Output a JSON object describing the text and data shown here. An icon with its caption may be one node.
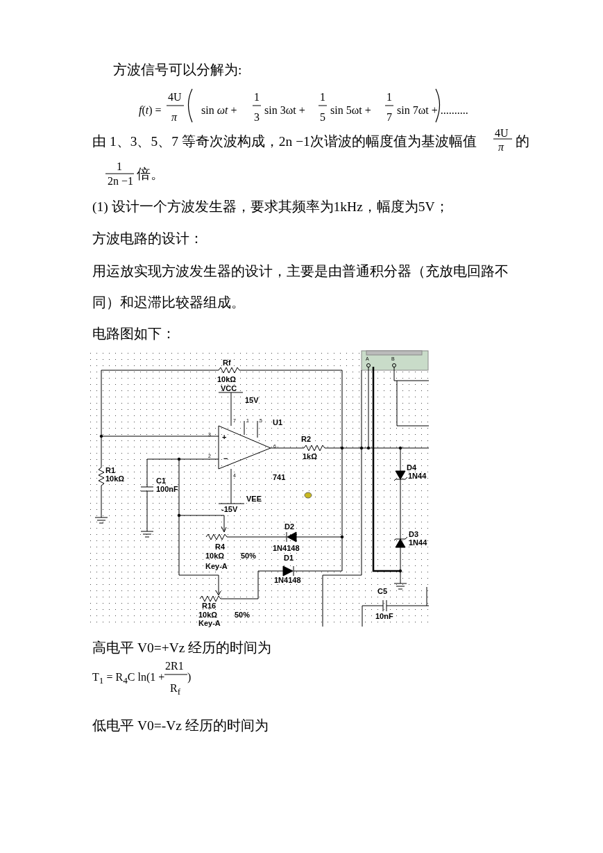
{
  "diagram": {
    "labels": [
      "方波信号可以分解为:",
      "*f*(*t*) =",
      "4U",
      "*π*",
      "sin *ωt* +",
      "1",
      "3",
      "sin 3ωt +",
      "1",
      "5",
      "sin 5ωt +",
      "1",
      "7",
      "sin 7ωt + ..........",
      "由 1、3、5、7 等奇次波构成，2n −1次谐波的幅度值为基波幅值",
      "4U",
      "*π*",
      "的",
      "1",
      "2n −1",
      "倍。",
      "(1) 设计一个方波发生器，要求其频率为1kHz，幅度为5V；",
      "方波电路的设计：",
      "用运放实现方波发生器的设计，主要是由普通积分器（充放电回路不同）和迟滞比较器组成。",
      "电路图如下：",
      "A",
      "B",
      "Rf",
      "10kΩ",
      "VCC",
      "15V",
      "7",
      "1",
      "5",
      "U1",
      "3",
      "+",
      "6",
      "R2",
      "2",
      "−",
      "1kΩ",
      "D4",
      "1N44",
      "R1",
      "10kΩ",
      "C1",
      "4",
      "741",
      "100nF",
      "VEE",
      "-15V",
      "D2",
      "D3",
      "R4",
      "1N4148",
      "1N44",
      "10kΩ",
      "50%",
      "D1",
      "Key-A",
      "1N4148",
      "C5",
      "R16",
      "10kΩ",
      "50%",
      "10nF",
      "Key-A",
      "高电平 V0=+Vz 经历的时间为",
      "T$_{1}$ = R$_{4}$C ln(1 +",
      "2R1",
      "R$_{f}$",
      ")",
      "低电平 V0=-Vz 经历的时间为"
    ]
  }
}
